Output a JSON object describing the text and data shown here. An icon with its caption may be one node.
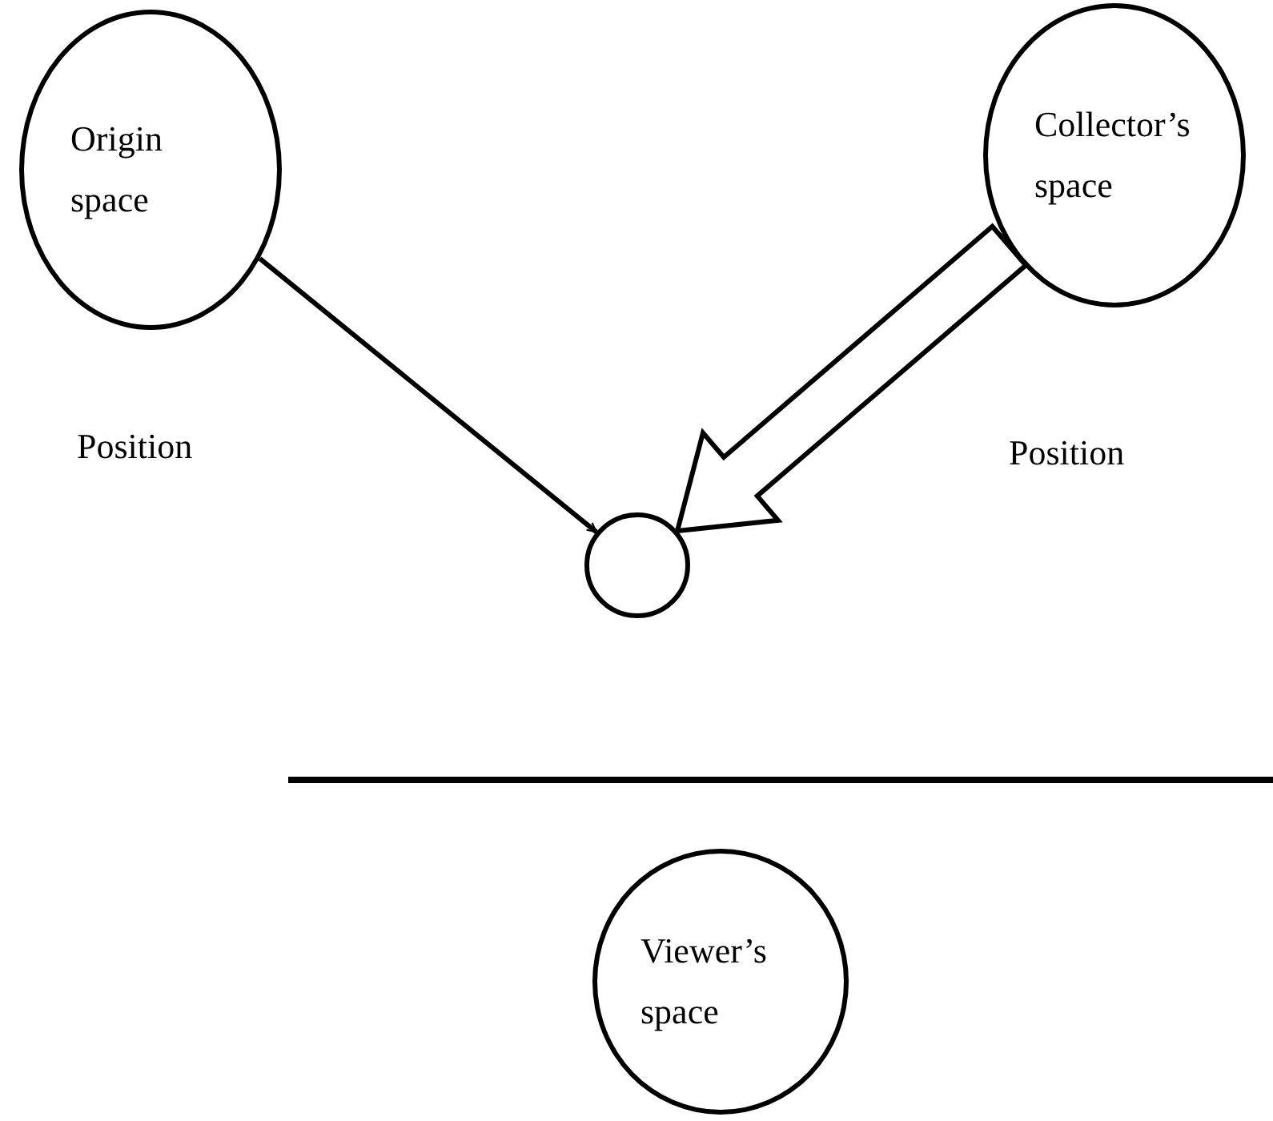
{
  "diagram": {
    "nodes": [
      {
        "text": [
          "Origin space"
        ]
      },
      {
        "text": [
          "Collector’s space"
        ]
      },
      {
        "text": [],
        "shape": "circle"
      },
      {
        "text": [
          "Viewer’s space"
        ]
      }
    ],
    "edges": [
      {
        "from": 0,
        "to": 2,
        "arrow": "to"
      },
      {
        "from": 1,
        "to": 2,
        "arrow": "to",
        "style": "thick"
      }
    ],
    "labels": [
      "Position",
      "Position"
    ]
  }
}
